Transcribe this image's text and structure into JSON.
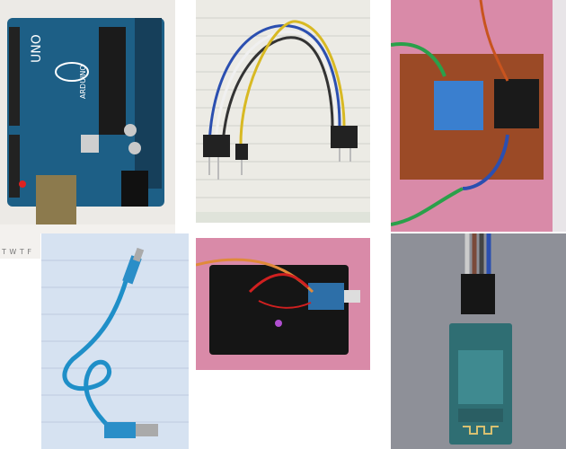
{
  "photos": [
    {
      "subject": "arduino-uno-board",
      "logo_text": [
        "UNO",
        "ARDUINO"
      ]
    },
    {
      "subject": "jumper-wires"
    },
    {
      "subject": "relay-module-on-perfboard"
    },
    {
      "subject": "usb-cable"
    },
    {
      "subject": "battery-holder-with-charger-module"
    },
    {
      "subject": "bluetooth-module"
    }
  ],
  "paper_text": "T W T F",
  "colors": {
    "board": "#1d5f86",
    "pcb": "#9b4a26",
    "relay": "#3a7fcf",
    "pink_cloth": "#d98aa8",
    "bluetooth_pcb": "#2f6e73"
  }
}
